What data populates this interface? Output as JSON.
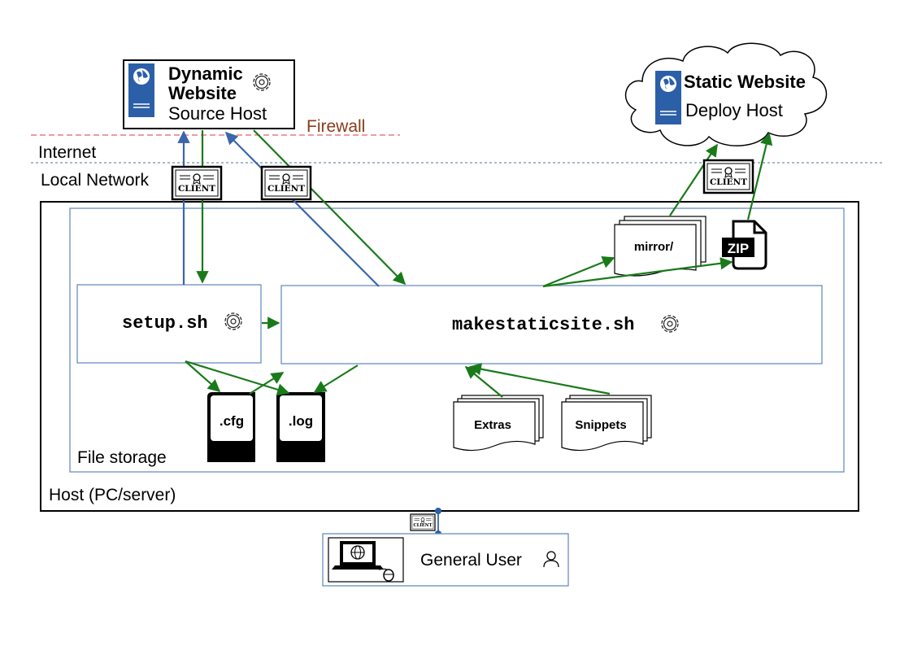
{
  "dynamic_host": {
    "title_line1": "Dynamic",
    "title_line2": "Website",
    "subtitle": "Source Host"
  },
  "static_host": {
    "title": "Static Website",
    "subtitle": "Deploy Host"
  },
  "zones": {
    "firewall": "Firewall",
    "internet": "Internet",
    "local_network": "Local Network"
  },
  "host": {
    "label": "Host (PC/server)",
    "file_storage": "File storage"
  },
  "scripts": {
    "setup": "setup.sh",
    "makestaticsite": "makestaticsite.sh"
  },
  "files": {
    "cfg": ".cfg",
    "log": ".log",
    "mirror": "mirror/",
    "extras": "Extras",
    "snippets": "Snippets",
    "zip": "ZIP"
  },
  "certificate_label": "CLIENT",
  "user": {
    "label": "General User"
  },
  "colors": {
    "push": "#1a7a1a",
    "pull": "#3a66aa",
    "firewall": "#e0606a",
    "boundary": "#7090b0",
    "storage_border": "#6a8fc0",
    "firewall_text": "#8b3a1a"
  },
  "icons": [
    "globe-icon",
    "gear-icon",
    "certificate-icon",
    "zip-icon",
    "user-icon",
    "computer-icon",
    "document-stack-icon"
  ]
}
